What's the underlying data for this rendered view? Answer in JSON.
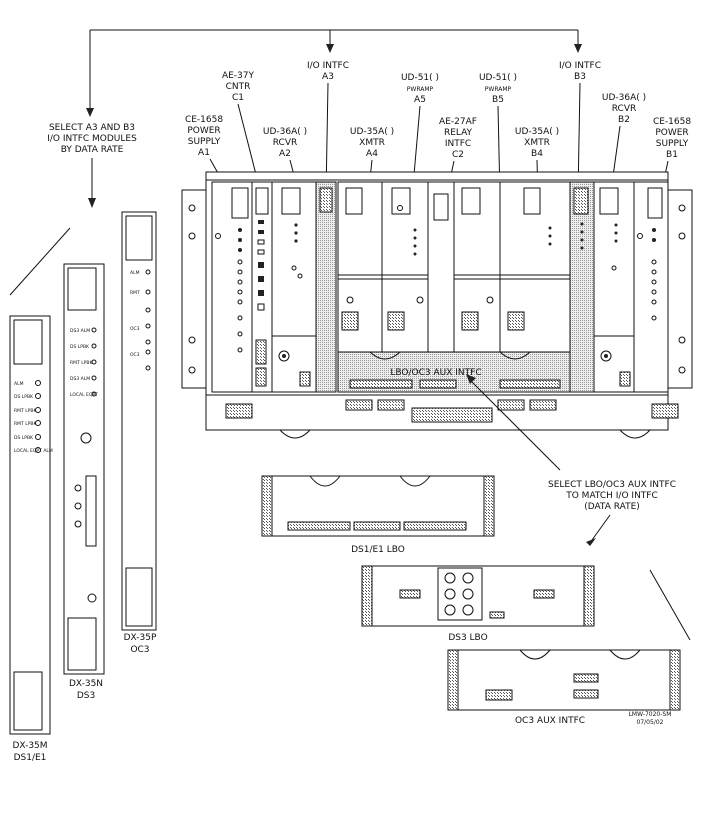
{
  "labels": {
    "select_a3_b3": [
      "SELECT A3 AND B3",
      "I/O INTFC MODULES",
      "BY DATA RATE"
    ],
    "ae37y": [
      "AE-37Y",
      "CNTR",
      "C1"
    ],
    "io_intfc_a3": [
      "I/O INTFC",
      "A3"
    ],
    "io_intfc_b3": [
      "I/O INTFC",
      "B3"
    ],
    "ce1658_a1": [
      "CE-1658",
      "POWER",
      "SUPPLY",
      "A1"
    ],
    "ud36a_a2": [
      "UD-36A( )",
      "RCVR",
      "A2"
    ],
    "ud35a_a4": [
      "UD-35A( )",
      "XMTR",
      "A4"
    ],
    "ud51_a5": [
      "UD-51( )",
      "PWRAMP",
      "A5"
    ],
    "ae27af_c2": [
      "AE-27AF",
      "RELAY",
      "INTFC",
      "C2"
    ],
    "ud51_b5": [
      "UD-51( )",
      "PWRAMP",
      "B5"
    ],
    "ud35a_b4": [
      "UD-35A( )",
      "XMTR",
      "B4"
    ],
    "ud36a_b2": [
      "UD-36A( )",
      "RCVR",
      "B2"
    ],
    "ce1658_b1": [
      "CE-1658",
      "POWER",
      "SUPPLY",
      "B1"
    ],
    "lbo_oc3_aux_intfc": "LBO/OC3 AUX INTFC",
    "select_lbo": [
      "SELECT LBO/OC3 AUX INTFC",
      "TO MATCH I/O INTFC",
      "(DATA RATE)"
    ],
    "ds1e1_lbo": "DS1/E1 LBO",
    "ds3_lbo": "DS3 LBO",
    "oc3_aux_intfc": "OC3 AUX INTFC",
    "dx35m": [
      "DX-35M",
      "DS1/E1"
    ],
    "dx35n": [
      "DX-35N",
      "DS3"
    ],
    "dx35p": [
      "DX-35P",
      "OC3"
    ],
    "drawing_number": [
      "LMW-7020-SM",
      "07/05/02"
    ]
  },
  "dx35m_leds": [
    "ALM",
    "DS LPBK",
    "RMT LPBK",
    "RMT LPBK",
    "DS LPBK",
    "LOCAL EQPT ALM"
  ],
  "dx35n_leds": [
    "DS3 ALM",
    "DS LPBK",
    "RMT LPBK",
    "DS3 ALM",
    "LOCAL EQPT"
  ],
  "dx35p_leds": [
    "ALM",
    "RMT",
    "OC3",
    "OC3"
  ]
}
